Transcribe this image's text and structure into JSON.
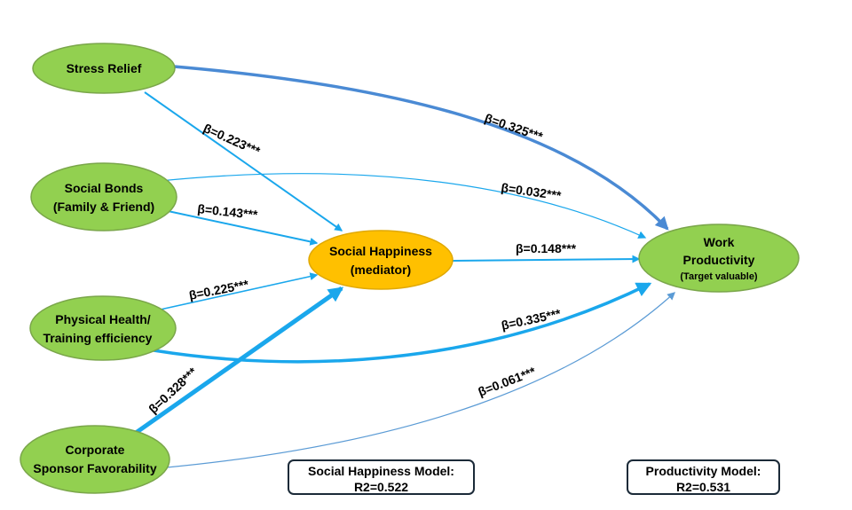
{
  "colors": {
    "node_green": "#92d050",
    "node_green_border": "#7aa64a",
    "mediator_orange": "#ffc000",
    "mediator_border": "#e0a800",
    "arrow_light_blue": "#1aa7ec",
    "arrow_steel_blue": "#4a8ad4",
    "arrow_thin_blue": "#5b9bd5",
    "box_border": "#1b2a38"
  },
  "nodes": {
    "stress_relief": {
      "line1": "Stress Relief"
    },
    "social_bonds": {
      "line1": "Social Bonds",
      "line2": "(Family & Friend)"
    },
    "physical_health": {
      "line1": "Physical Health/",
      "line2": "Training efficiency"
    },
    "corporate_sponsor": {
      "line1": "Corporate",
      "line2": "Sponsor Favorability"
    },
    "social_happiness": {
      "line1": "Social Happiness",
      "line2": "(mediator)"
    },
    "work_productivity": {
      "line1": "Work",
      "line2": "Productivity",
      "line3": "(Target valuable)"
    }
  },
  "paths": {
    "stress_to_happiness": "β=0.223***",
    "bonds_to_happiness": "β=0.143***",
    "health_to_happiness": "β=0.225***",
    "sponsor_to_happiness": "β=0.328***",
    "stress_to_productivity": "β=0.325***",
    "bonds_to_productivity": "β=0.032***",
    "happiness_to_productivity": "β=0.148***",
    "health_to_productivity": "β=0.335***",
    "sponsor_to_productivity": "β=0.061***"
  },
  "models": {
    "social_happiness": {
      "title": "Social Happiness Model:",
      "r2": "R2=0.522"
    },
    "productivity": {
      "title": "Productivity Model:",
      "r2": "R2=0.531"
    }
  }
}
